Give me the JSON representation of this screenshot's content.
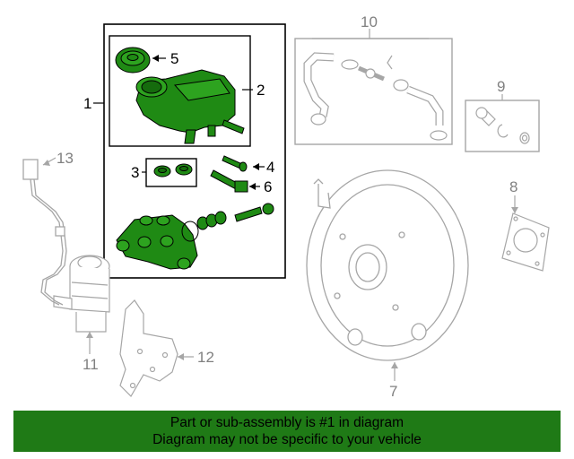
{
  "callouts": {
    "c1": "1",
    "c2": "2",
    "c3": "3",
    "c4": "4",
    "c5": "5",
    "c6": "6",
    "c7": "7",
    "c8": "8",
    "c9": "9",
    "c10": "10",
    "c11": "11",
    "c12": "12",
    "c13": "13"
  },
  "banner": {
    "line1": "Part or sub-assembly is #1 in diagram",
    "line2": "Diagram may not be specific to your vehicle"
  },
  "colors": {
    "highlight_part": "#1f8a14",
    "banner_background": "#1f7a16",
    "other_parts": "#a6a6a6",
    "frame": "#000000"
  }
}
